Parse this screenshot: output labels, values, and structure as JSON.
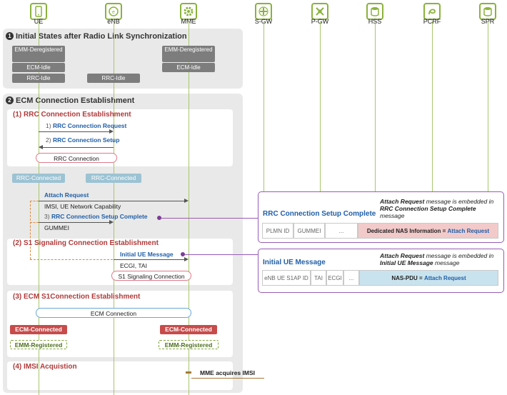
{
  "entities": [
    {
      "label": "UE",
      "icon": "phone-icon",
      "color": "#8ab23c"
    },
    {
      "label": "eNB",
      "icon": "antenna-icon",
      "color": "#8ab23c"
    },
    {
      "label": "MME",
      "icon": "gear-icon",
      "color": "#8ab23c"
    },
    {
      "label": "S-GW",
      "icon": "sgw-icon",
      "color": "#8ab23c"
    },
    {
      "label": "P-GW",
      "icon": "pgw-icon",
      "color": "#8ab23c"
    },
    {
      "label": "HSS",
      "icon": "database-icon",
      "color": "#8ab23c"
    },
    {
      "label": "PCRF",
      "icon": "pcrf-icon",
      "color": "#8ab23c"
    },
    {
      "label": "SPR",
      "icon": "database-icon",
      "color": "#8ab23c"
    }
  ],
  "section1": {
    "number": "1",
    "title": "Initial States after Radio Link Synchronization",
    "ue_states": [
      "EMM-Deregistered",
      "ECM-Idle",
      "RRC-Idle"
    ],
    "enb_states": [
      "RRC-Idle"
    ],
    "mme_states": [
      "EMM-Deregistered",
      "ECM-Idle"
    ]
  },
  "section2": {
    "number": "2",
    "title": "ECM Connection Establishment",
    "sub1": {
      "title": "(1) RRC Connection Establishment",
      "msg1_num": "1)",
      "msg1": "RRC Connection Request",
      "msg2_num": "2)",
      "msg2": "RRC Connection Setup",
      "pill": "RRC Connection"
    },
    "rrc_connected_ue": "RRC-Connected",
    "rrc_connected_enb": "RRC-Connected",
    "attach_request": "Attach Request",
    "attach_params": "IMSI, UE Network Capability",
    "msg3_num": "3)",
    "msg3": "RRC Connection Setup Complete",
    "gummei": "GUMMEI",
    "sub2": {
      "title": "(2) S1 Signaling Connection Establishment",
      "initial_ue": "Initial UE Message",
      "params": "ECGI, TAI",
      "pill": "S1 Signaling Connection"
    },
    "sub3": {
      "title": "(3) ECM S1Connection Establishment",
      "pill": "ECM Connection"
    },
    "ecm_connected_ue": "ECM-Connected",
    "ecm_connected_mme": "ECM-Connected",
    "emm_registered_ue": "EMM-Registered",
    "emm_registered_mme": "EMM-Registered",
    "sub4": {
      "title": "(4) IMSI Acquistion",
      "mme_note": "MME acquires IMSI"
    }
  },
  "callout1": {
    "title": "RRC Connection Setup Complete",
    "note_em": "Attach Request",
    "note_rest": " message is embedded in ",
    "note_em2": "RRC Connection Setup Complete",
    "note_tail": " message",
    "cells": [
      "PLMN ID",
      "GUMMEI",
      "...",
      "Dedicated NAS Information = "
    ],
    "cell_highlight": "Attach Request"
  },
  "callout2": {
    "title": "Initial UE Message",
    "note_em": "Attach Request",
    "note_rest": " message is embedded in ",
    "note_em2": "Initial UE Message",
    "note_tail": " message",
    "cells": [
      "eNB UE S1AP ID",
      "TAI",
      "ECGI",
      "...",
      "NAS-PDU = "
    ],
    "cell_highlight": "Attach Request"
  }
}
